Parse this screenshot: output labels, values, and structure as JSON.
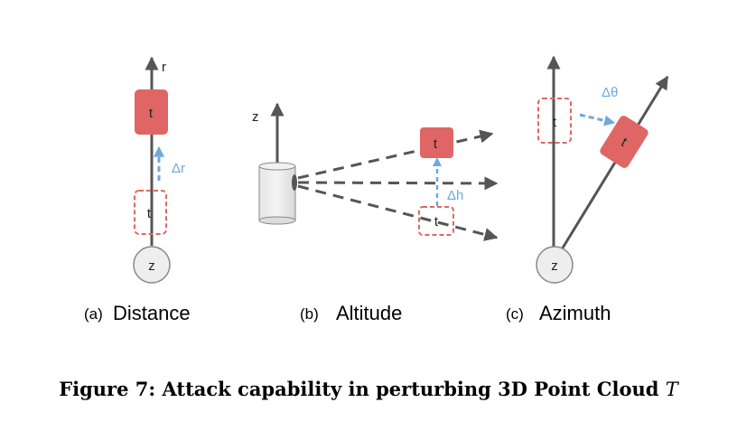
{
  "panels": {
    "a": {
      "tag": "(a)",
      "title": "Distance",
      "axis_label": "r",
      "target_label": "t",
      "original_label": "t",
      "delta_label": "Δr",
      "origin_label": "z"
    },
    "b": {
      "tag": "(b)",
      "title": "Altitude",
      "axis_label": "z",
      "target_label": "t",
      "original_label": "t",
      "delta_label": "Δh"
    },
    "c": {
      "tag": "(c)",
      "title": "Azimuth",
      "target_label": "t",
      "original_label": "t",
      "delta_label": "Δθ",
      "origin_label": "z"
    }
  },
  "caption": {
    "text": "Figure 7: Attack capability in perturbing 3D Point Cloud",
    "symbol": "T"
  },
  "colors": {
    "target_red": "#e06666",
    "delta_blue": "#6fa8dc",
    "line_gray": "#555555",
    "origin_fill": "#eeeeee"
  }
}
